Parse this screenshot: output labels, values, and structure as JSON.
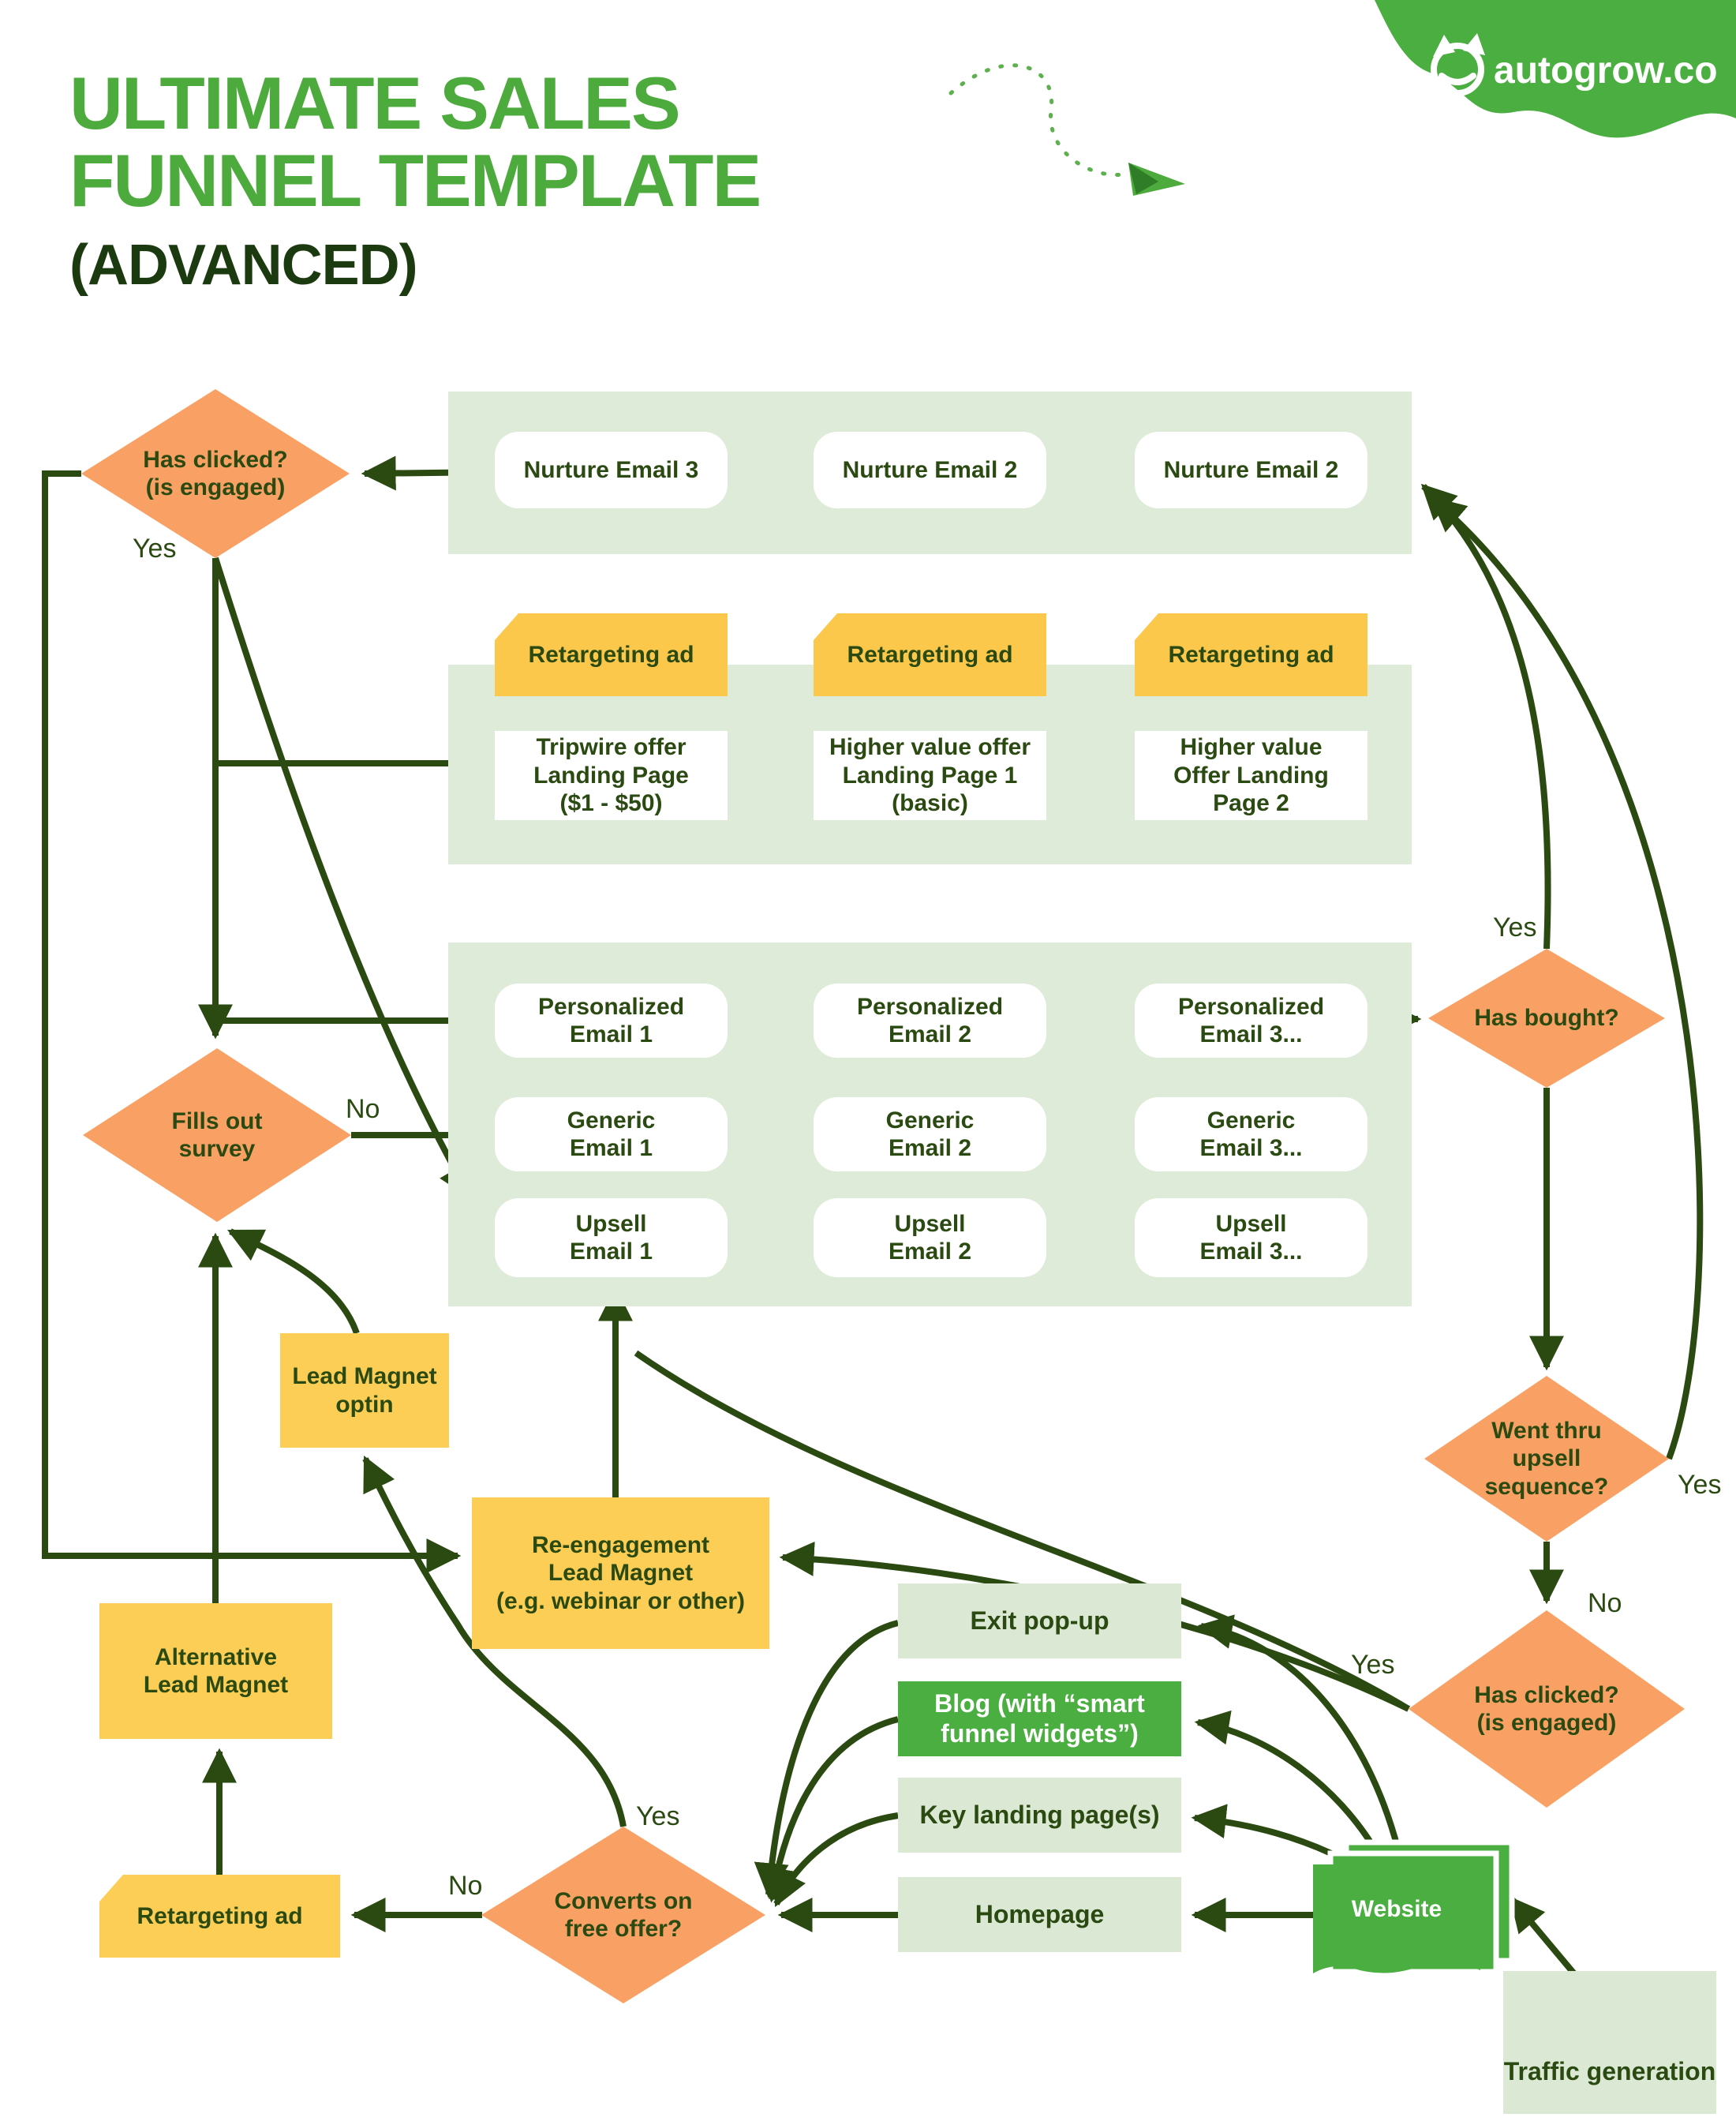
{
  "title": {
    "line1": "ULTIMATE SALES",
    "line2": "FUNNEL TEMPLATE",
    "line3": "(ADVANCED)"
  },
  "logo": {
    "text": "autogrow.co"
  },
  "labels": {
    "yes": "Yes",
    "no": "No"
  },
  "colors": {
    "brand_green": "#4CAB3C",
    "dark_green": "#2B4A12",
    "container_green": "#DEEBD8",
    "solid_green": "#4AAE41",
    "diamond_orange": "#F9A164",
    "yellow_ad": "#FBC84C",
    "yellow_magnet": "#FCCE55"
  },
  "nodes": {
    "nurture_email_3": {
      "label": "Nurture Email 3"
    },
    "nurture_email_2a": {
      "label": "Nurture Email 2"
    },
    "nurture_email_2b": {
      "label": "Nurture Email 2"
    },
    "retargeting_ad_1": {
      "label": "Retargeting ad"
    },
    "retargeting_ad_2": {
      "label": "Retargeting ad"
    },
    "retargeting_ad_3": {
      "label": "Retargeting ad"
    },
    "retargeting_ad_bottom": {
      "label": "Retargeting ad"
    },
    "tripwire": {
      "label": "Tripwire offer\nLanding Page\n($1 - $50)"
    },
    "higher_value_1": {
      "label": "Higher value offer\nLanding Page 1\n(basic)"
    },
    "higher_value_2": {
      "label": "Higher value\nOffer Landing\nPage 2"
    },
    "personalized_1": {
      "label": "Personalized\nEmail 1"
    },
    "personalized_2": {
      "label": "Personalized\nEmail 2"
    },
    "personalized_3": {
      "label": "Personalized\nEmail 3..."
    },
    "generic_1": {
      "label": "Generic\nEmail 1"
    },
    "generic_2": {
      "label": "Generic\nEmail 2"
    },
    "generic_3": {
      "label": "Generic\nEmail 3..."
    },
    "upsell_1": {
      "label": "Upsell\nEmail 1"
    },
    "upsell_2": {
      "label": "Upsell\nEmail 2"
    },
    "upsell_3": {
      "label": "Upsell\nEmail 3..."
    },
    "has_clicked_top": {
      "label": "Has clicked?\n(is engaged)"
    },
    "fills_out_survey": {
      "label": "Fills out\nsurvey"
    },
    "has_bought": {
      "label": "Has bought?"
    },
    "went_thru_upsell": {
      "label": "Went thru\nupsell\nsequence?"
    },
    "has_clicked_bottom": {
      "label": "Has clicked?\n(is engaged)"
    },
    "converts_free_offer": {
      "label": "Converts on\nfree offer?"
    },
    "lead_magnet_optin": {
      "label": "Lead Magnet\noptin"
    },
    "reengagement_lead_magnet": {
      "label": "Re-engagement\nLead Magnet\n(e.g. webinar or other)"
    },
    "alternative_lead_magnet": {
      "label": "Alternative\nLead Magnet"
    },
    "exit_popup": {
      "label": "Exit pop-up"
    },
    "blog": {
      "label": "Blog (with “smart\nfunnel widgets”)"
    },
    "key_landing": {
      "label": "Key landing page(s)"
    },
    "homepage": {
      "label": "Homepage"
    },
    "website": {
      "label": "Website"
    },
    "traffic_generation": {
      "label": "Traffic generation"
    }
  }
}
